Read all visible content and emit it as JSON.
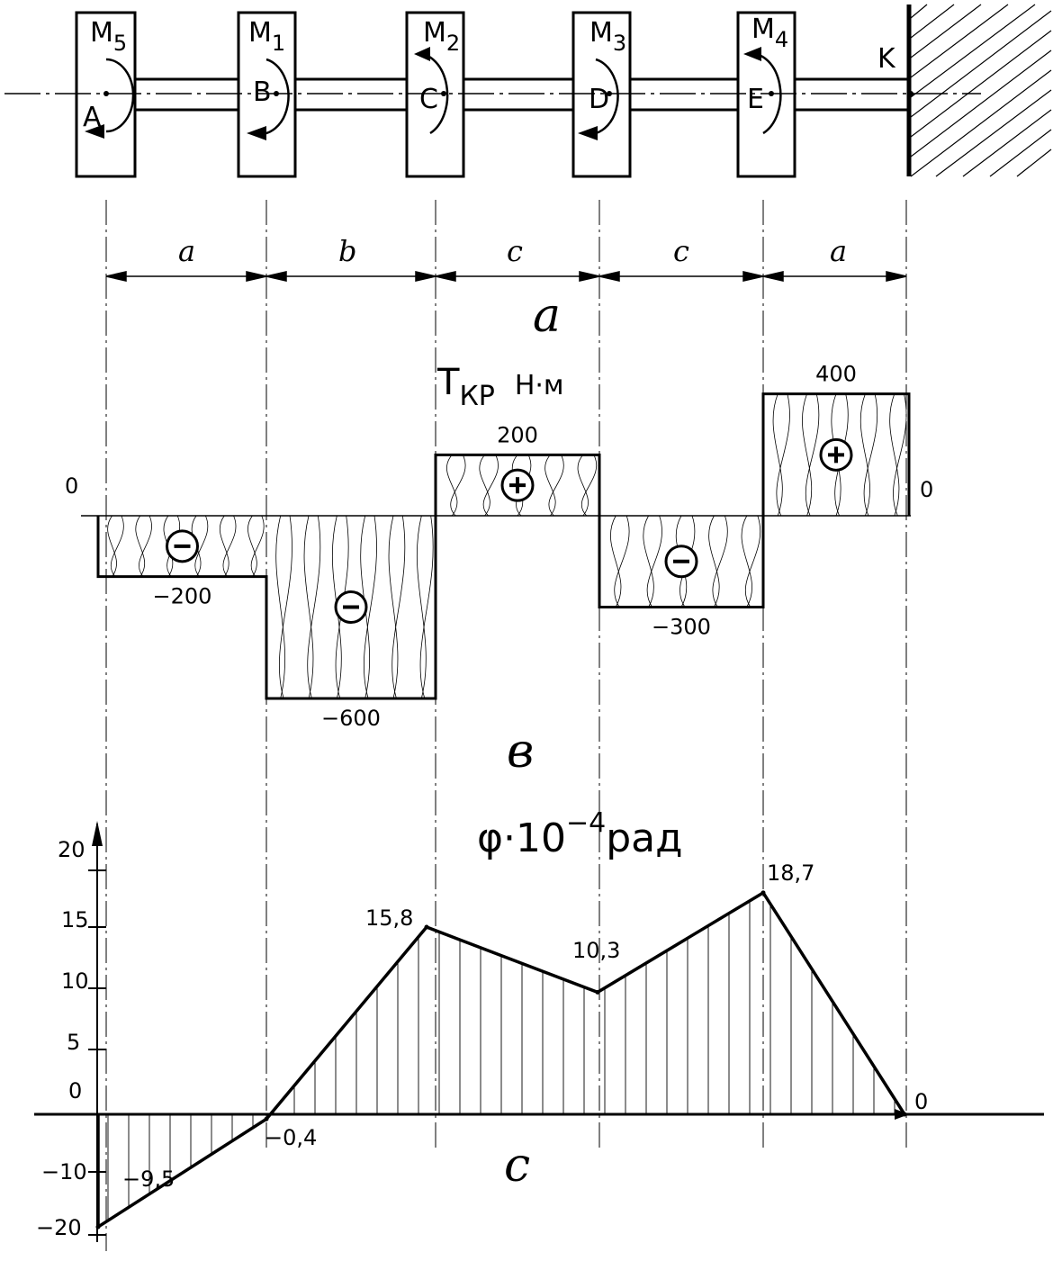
{
  "shaft": {
    "moments": [
      "M",
      "M",
      "M",
      "M",
      "M"
    ],
    "moment_subscripts": [
      "5",
      "1",
      "2",
      "3",
      "4"
    ],
    "points": [
      "A",
      "B",
      "C",
      "D",
      "E"
    ],
    "fixed_end": "K"
  },
  "dimensions": {
    "segments": [
      "a",
      "b",
      "c",
      "c",
      "a"
    ]
  },
  "captions": {
    "a": "а",
    "b": "в",
    "c": "с"
  },
  "torque": {
    "title": "T",
    "title_sub": "КР",
    "unit": "Н·м",
    "zero_left": "0",
    "zero_right": "0",
    "signs": [
      "−",
      "−",
      "+",
      "−",
      "+"
    ]
  },
  "angle": {
    "title": "φ·10",
    "title_exp": "−4",
    "title_unit": "рад",
    "zero_right": "0"
  },
  "chart_data": [
    {
      "type": "step",
      "series": [
        {
          "values": [
            -200,
            -600,
            200,
            -300,
            400
          ]
        }
      ],
      "value_labels": [
        "−200",
        "−600",
        "200",
        "−300",
        "400"
      ]
    },
    {
      "type": "line",
      "series": [
        {
          "values": [
            -9.5,
            -0.4,
            15.8,
            10.3,
            18.7,
            0
          ]
        }
      ],
      "value_labels": [
        "−9,5",
        "−0,4",
        "15,8",
        "10,3",
        "18,7"
      ],
      "y_ticks": [
        "20",
        "15",
        "10",
        "5",
        "0",
        "−10",
        "−20"
      ]
    }
  ]
}
